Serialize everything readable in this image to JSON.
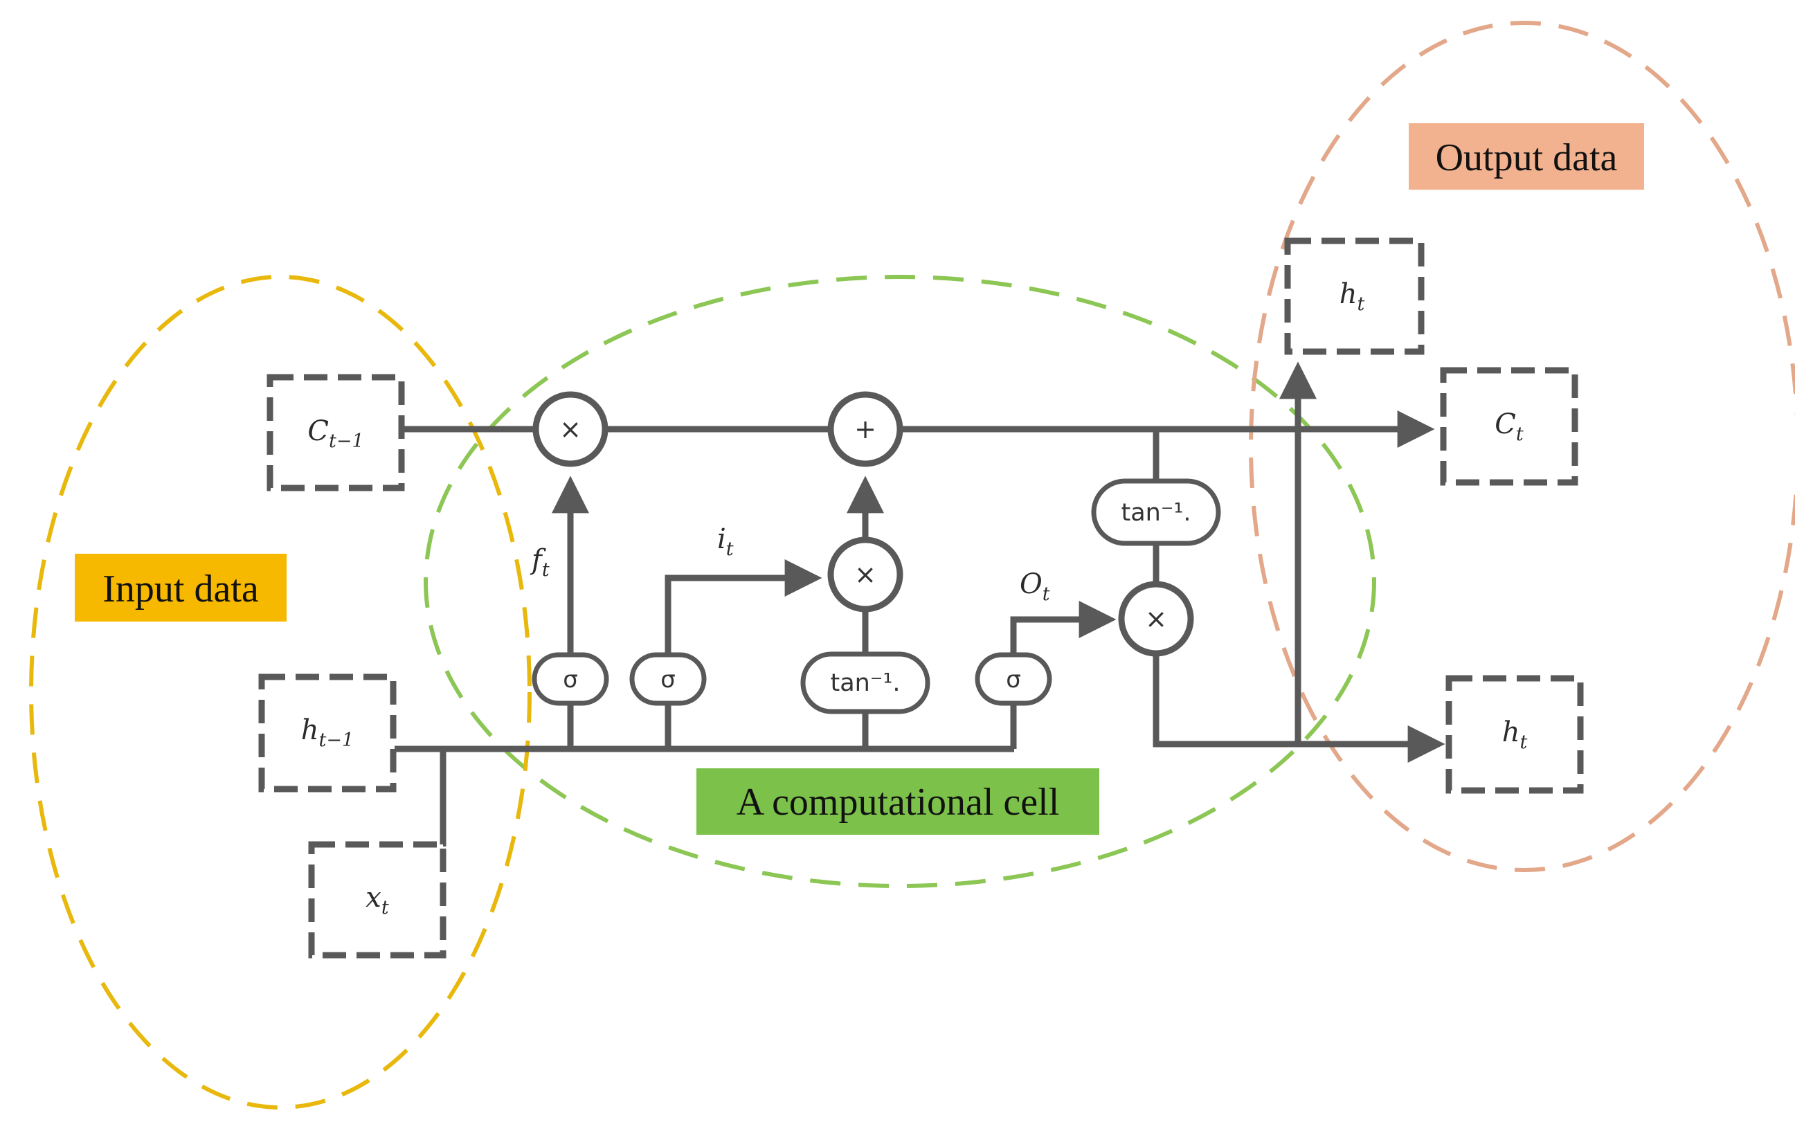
{
  "regions": {
    "input": {
      "label": "Input data",
      "color": "#e8b80c",
      "label_bg": "#f7b800"
    },
    "cell": {
      "label": "A computational cell",
      "color": "#8cc654",
      "label_bg": "#7cc24a"
    },
    "output": {
      "label": "Output data",
      "color": "#e3a78a",
      "label_bg": "#f3b28f"
    }
  },
  "variables": {
    "c_prev": {
      "base": "C",
      "sub": "t−1"
    },
    "h_prev": {
      "base": "h",
      "sub": "t−1"
    },
    "x_t": {
      "base": "x",
      "sub": "t"
    },
    "c_t": {
      "base": "C",
      "sub": "t"
    },
    "h_t_top": {
      "base": "h",
      "sub": "t"
    },
    "h_t_right": {
      "base": "h",
      "sub": "t"
    }
  },
  "gate_labels": {
    "f_t": {
      "base": "f",
      "sub": "t"
    },
    "i_t": {
      "base": "i",
      "sub": "t"
    },
    "o_t": {
      "base": "O",
      "sub": "t"
    }
  },
  "operators": {
    "multiply": "×",
    "add": "+"
  },
  "activations": {
    "sigma": "σ",
    "tanh": "tan⁻¹."
  },
  "colors": {
    "wire": "#595959"
  }
}
